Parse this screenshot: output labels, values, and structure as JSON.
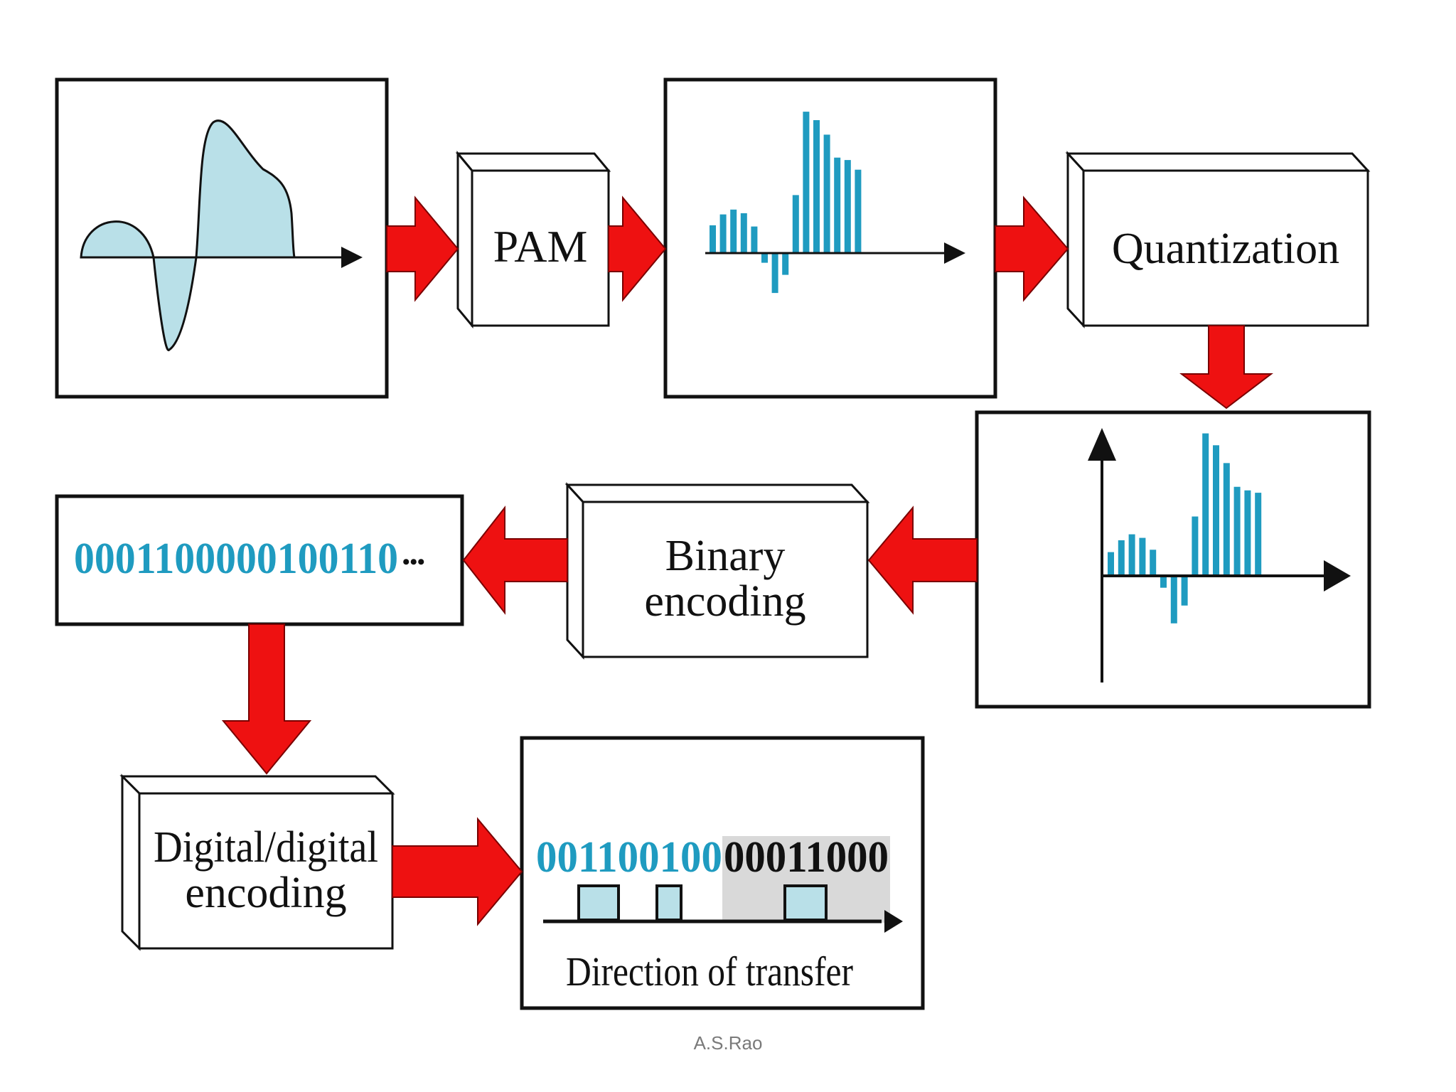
{
  "colors": {
    "arrow": "#ee1111",
    "arrow_stroke": "#7a0000",
    "wave_fill": "#b9e0e8",
    "bar": "#1f9bc0",
    "bits_cyan": "#1f9bc0",
    "bits_dark": "#111111",
    "shade": "#d9d9d9",
    "box_stroke": "#111111"
  },
  "blocks": {
    "pam": "PAM",
    "quantization": "Quantization",
    "binary_line1": "Binary",
    "binary_line2": "encoding",
    "digital_line1": "Digital/digital",
    "digital_line2": "encoding"
  },
  "binary_output": {
    "bits": "0001100000100110",
    "ellipsis": "•••"
  },
  "transfer": {
    "bits_cyan": "001100100",
    "bits_dark": "00011000",
    "caption": "Direction of transfer"
  },
  "credit": "A.S.Rao",
  "pam_samples": [
    2.3,
    3.2,
    3.6,
    3.3,
    2.2,
    -0.8,
    -3.3,
    -1.8,
    4.8,
    11.7,
    11.0,
    9.8,
    7.9,
    7.7,
    6.9
  ],
  "quantized_samples": [
    2,
    3,
    3.5,
    3.2,
    2.2,
    -1,
    -4,
    -2.5,
    5,
    12,
    11,
    9.5,
    7.5,
    7.2,
    7
  ]
}
